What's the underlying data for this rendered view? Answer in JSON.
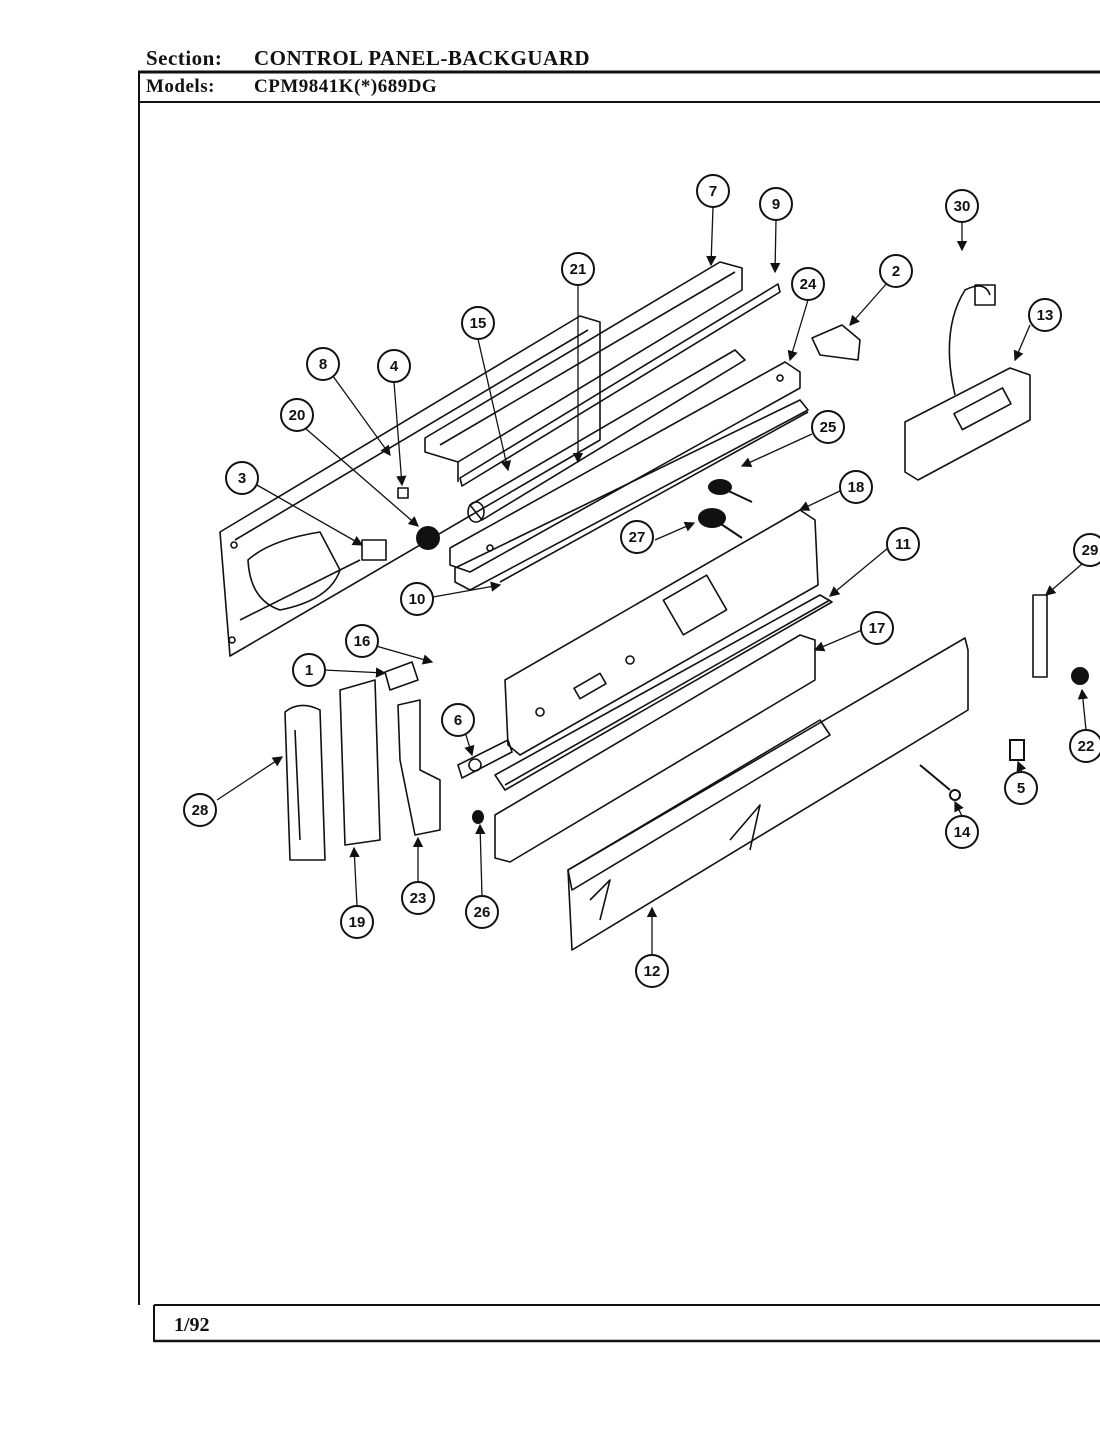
{
  "header": {
    "section_label": "Section:",
    "section_value": "CONTROL PANEL-BACKGUARD",
    "models_label": "Models:",
    "models_value": "CPM9841K(*)689DG"
  },
  "footer": {
    "date": "1/92"
  },
  "callouts": {
    "c1": "1",
    "c2": "2",
    "c3": "3",
    "c4": "4",
    "c5": "5",
    "c6": "6",
    "c7": "7",
    "c8": "8",
    "c9": "9",
    "c10": "10",
    "c11": "11",
    "c12": "12",
    "c13": "13",
    "c14": "14",
    "c15": "15",
    "c16": "16",
    "c17": "17",
    "c18": "18",
    "c19": "19",
    "c20": "20",
    "c21": "21",
    "c22": "22",
    "c23": "23",
    "c24": "24",
    "c25": "25",
    "c26": "26",
    "c27": "27",
    "c28": "28",
    "c29": "29",
    "c30": "30"
  }
}
